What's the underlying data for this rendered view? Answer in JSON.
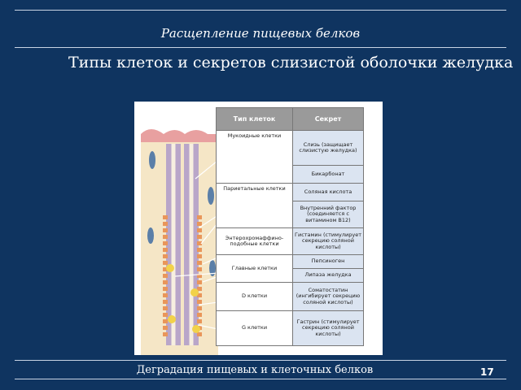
{
  "header": {
    "title": "Расщепление  пищевых белков",
    "subtitle": "Типы клеток и секретов  слизистой оболочки желудка"
  },
  "table": {
    "col_type": "Тип клеток",
    "col_secretion": "Секрет",
    "rows": [
      {
        "type": "Мукоидные клетки",
        "secretions": [
          "Слизь (защищает слизистую желудка)",
          "Бикарбонат"
        ]
      },
      {
        "type": "Париетальные клетки",
        "secretions": [
          "Соляная кислота",
          "Внутренний фактор (соединяется с витамином B12)"
        ]
      },
      {
        "type": "Энтерохромаффино-подобные клетки",
        "secretions": [
          "Гистамин (стимулирует секрецию соляной кислоты)"
        ]
      },
      {
        "type": "Главные клетки",
        "secretions": [
          "Пепсиноген",
          "Липаза желудка"
        ]
      },
      {
        "type": "D клетки",
        "secretions": [
          "Соматостатин (ингибирует секрецию соляной кислоты)"
        ]
      },
      {
        "type": "G клетки",
        "secretions": [
          "Гастрин (стимулирует секрецию соляной кислоты)"
        ]
      }
    ]
  },
  "footer": {
    "text": "Деградация пищевых и клеточных белков",
    "page": "17"
  }
}
